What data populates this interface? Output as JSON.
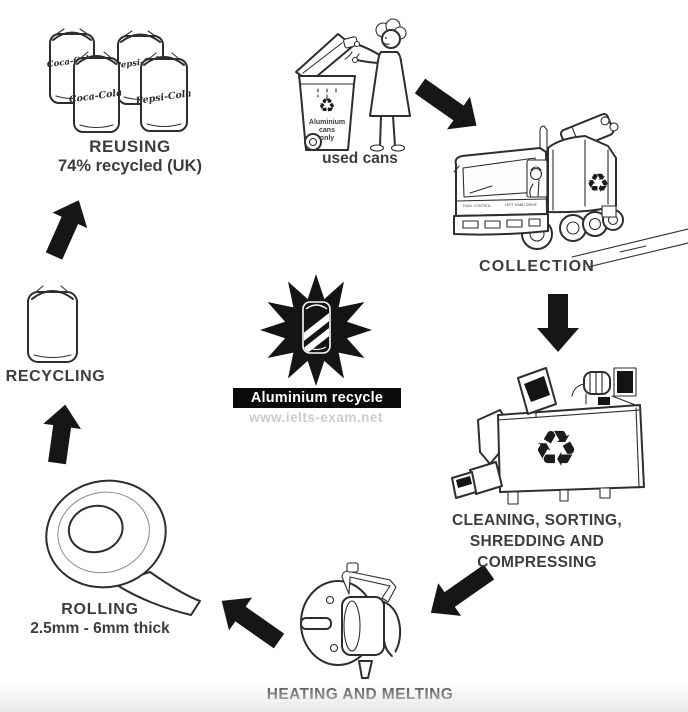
{
  "diagram": {
    "title_badge": "Aluminium recycle",
    "watermark": "www.ielts-exam.net",
    "icons": {
      "recycle_glyph": "♻"
    },
    "colors": {
      "ink": "#2e2e2e",
      "arrow": "#161616",
      "label_text": "#3d3d3d",
      "badge_bg": "#0a0a0a",
      "badge_text": "#ffffff",
      "watermark": "#cccccc"
    },
    "stages": {
      "used_cans": {
        "label": "used cans",
        "bin_lines": [
          "Aluminium",
          "cans",
          "only"
        ]
      },
      "collection": {
        "title": "COLLECTION",
        "cab_texts": [
          "DUAL CONTROL",
          "LEFT HAND DRIVE"
        ]
      },
      "cleaning": {
        "lines": [
          "CLEANING, SORTING,",
          "SHREDDING AND",
          "COMPRESSING"
        ]
      },
      "heating": {
        "title": "HEATING AND MELTING"
      },
      "rolling": {
        "title": "ROLLING",
        "subtitle": "2.5mm - 6mm thick"
      },
      "recycling": {
        "title": "RECYCLING"
      },
      "reusing": {
        "title": "REUSING",
        "subtitle": "74% recycled (UK)",
        "can_logos": [
          "Coca-Cola",
          "Pepsi-Cola"
        ]
      }
    }
  }
}
